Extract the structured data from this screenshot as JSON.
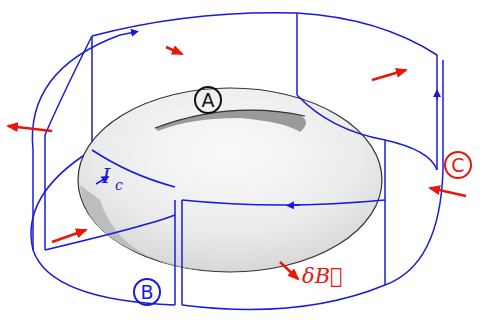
{
  "diagram": {
    "labels": [
      "A",
      "I",
      "c",
      "B",
      "C",
      "δB⃗"
    ]
  }
}
